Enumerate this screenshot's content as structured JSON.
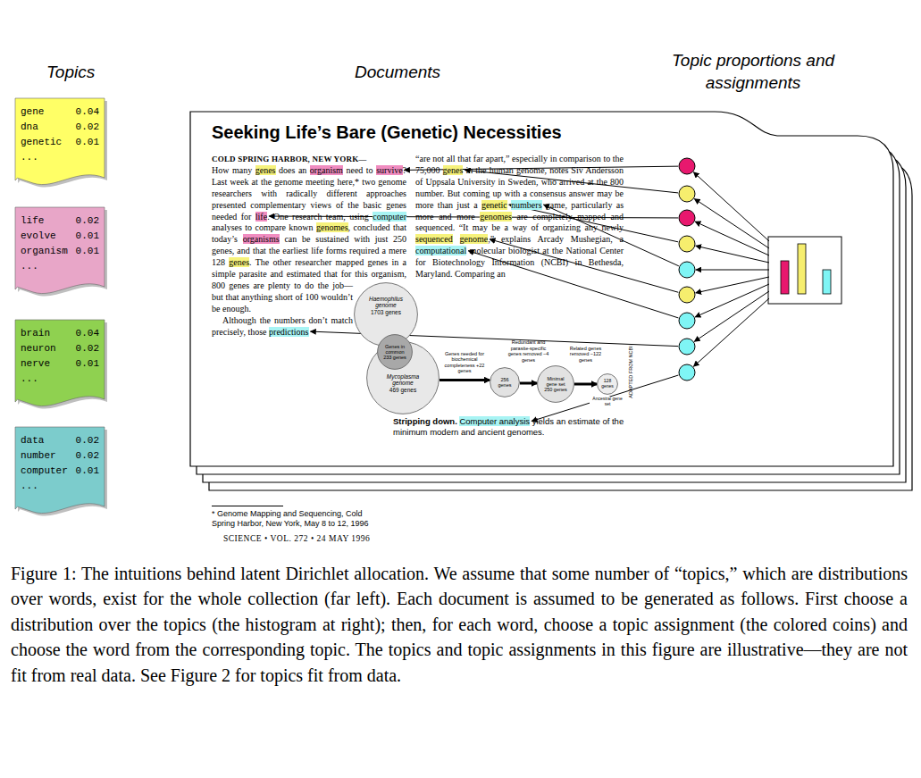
{
  "diagram": {
    "caption": "Figure 1: The intuitions behind latent Dirichlet allocation. We assume that some number of “topics,” which are distributions over words, exist for the whole collection (far left). Each document is assumed to be generated as follows. First choose a distribution over the topics (the histogram at right); then, for each word, choose a topic assignment (the colored coins) and choose the word from the corresponding topic. The topics and topic assignments in this figure are illustrative—they are not fit from real data. See Figure 2 for topics fit from data.",
    "nodes": [
      {
        "text": [
          "gene",
          "0.04",
          "dna",
          "0.02",
          "genetic",
          "0.01",
          "..."
        ]
      },
      {
        "text": [
          "life",
          "0.02",
          "evolve",
          "0.01",
          "organism",
          "0.01",
          "..."
        ]
      },
      {
        "text": [
          "brain",
          "0.04",
          "neuron",
          "0.02",
          "nerve",
          "0.01",
          "..."
        ]
      },
      {
        "text": [
          "data",
          "0.02",
          "number",
          "0.02",
          "computer",
          "0.01",
          "..."
        ]
      },
      {
        "text": [
          "Seeking Life’s Bare (Genetic) Necessities",
          "COLD SPRING HARBOR, NEW YORK—",
          "How many",
          "genes",
          "does an",
          "organism",
          "need to",
          "survive",
          "? Last week at the genome meeting here,* two genome researchers with radically different approaches presented complementary views of the basic genes needed for",
          "life",
          ". One research team, using",
          "computer",
          "analyses to compare known",
          "genomes",
          ", concluded that today’s",
          "organisms",
          "can be sustained with just 250 genes, and that the earliest life forms required a mere 128",
          "genes",
          ". The other researcher mapped genes in a simple parasite and estimated that for this organism, 800 genes are plenty to do the job—but that anything short of 100 wouldn’t be enough.",
          "Although the numbers don’t match precisely, those",
          "predictions",
          "“are not all that far apart,” especially in comparison to the 75,000",
          "genes",
          "in the human genome, notes Siv Andersson of Uppsala University in Sweden, who arrived at the 800 number. But coming up with a consensus answer may be more than just a",
          "genetic",
          "numbers",
          "game, particularly as more and more",
          "genomes",
          "are completely mapped and sequenced. “It may be a way of organizing any newly",
          "sequenced",
          "genome",
          ",” explains Arcady Mushegian, a",
          "computational",
          "molecular biologist at the National Center for Biotechnology Information (NCBI) in Bethesda, Maryland. Comparing an",
          "* Genome Mapping and Sequencing, Cold Spring Harbor, New York, May 8 to 12, 1996",
          "Stripping down.",
          "Computer analysis",
          "yields an estimate of the minimum modern and ancient genomes.",
          "ADAPTED FROM NCBI",
          "SCIENCE • VOL. 272 • 24 MAY 1996"
        ]
      },
      {
        "text": [
          "Haemophilus genome",
          "1703 genes"
        ],
        "in": 4
      },
      {
        "text": [
          "Genes in common",
          "233 genes"
        ],
        "in": 4
      },
      {
        "text": [
          "Mycoplasma genome",
          "469 genes"
        ],
        "in": 4
      },
      {
        "text": [
          "256 genes"
        ],
        "in": 4
      },
      {
        "text": [
          "Minimal gene set",
          "250 genes"
        ],
        "in": 4
      },
      {
        "text": [
          "128 genes",
          "Ancestral gene set"
        ],
        "in": 4
      }
    ],
    "edges": [
      {
        "from": 7,
        "to": 8,
        "arrow": "to",
        "label": "Genes needed for biochemical completeness +22 genes"
      },
      {
        "from": 8,
        "to": 9,
        "arrow": "to",
        "label": "Redundant and parasite-specific genes removed −4 genes"
      },
      {
        "from": 9,
        "to": 10,
        "arrow": "to",
        "label": "Related genes removed −122 genes"
      }
    ],
    "labels": [
      "Topics",
      "Documents",
      "Topic proportions and assignments"
    ]
  }
}
